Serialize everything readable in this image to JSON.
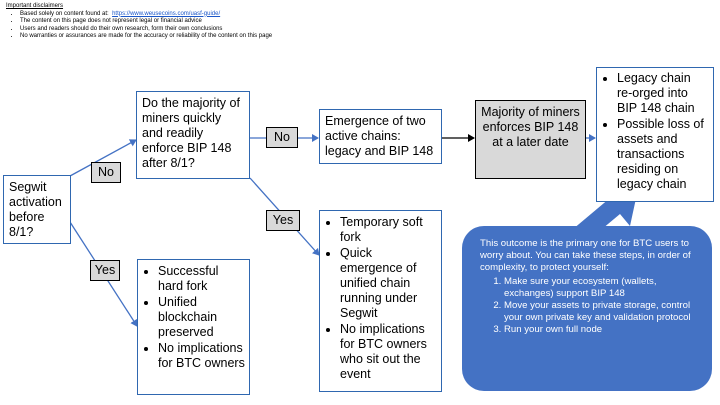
{
  "disclaimers": {
    "title": "Important disclaimers",
    "source_prefix": "Based solely on content found at:",
    "source_link": "https://www.weusecoins.com/uasf-guide/",
    "items": [
      "The content on this page does not represent legal or financial advice",
      "Users and readers should do their own research, form their own conclusions",
      "No warranties or assurances are made for the accuracy or reliability of the content on this page"
    ]
  },
  "nodes": {
    "segwit": "Segwit activation before 8/1?",
    "majority_question": "Do the majority of miners quickly and readily enforce BIP 148 after 8/1?",
    "two_chains": "Emergence of two active chains: legacy and BIP 148",
    "majority_later": "Majority of miners enforces BIP 148 at a later date",
    "legacy_items": [
      "Legacy chain re-orged into BIP 148 chain",
      "Possible loss of assets and transactions residing on legacy chain"
    ],
    "soft_fork_items": [
      "Temporary soft fork",
      "Quick emergence of unified chain running under Segwit",
      "No implications for BTC owners who sit out the event"
    ],
    "hard_fork_items": [
      "Successful hard fork",
      "Unified blockchain preserved",
      "No implications for BTC owners"
    ]
  },
  "labels": {
    "no_1": "No",
    "yes_1": "Yes",
    "no_2": "No",
    "yes_2": "Yes"
  },
  "callout": {
    "intro": "This outcome is the primary one for BTC users to worry about.  You can take these steps, in order of complexity, to protect yourself:",
    "steps": [
      "Make sure your ecosystem (wallets, exchanges) support BIP 148",
      "Move your assets to private storage, control your own private key and validation protocol",
      "Run your own full node"
    ]
  },
  "colors": {
    "box_border": "#2f67b0",
    "arrow": "#4472c4",
    "callout_fill": "#4472c4",
    "label_fill": "#d9d9d9"
  }
}
